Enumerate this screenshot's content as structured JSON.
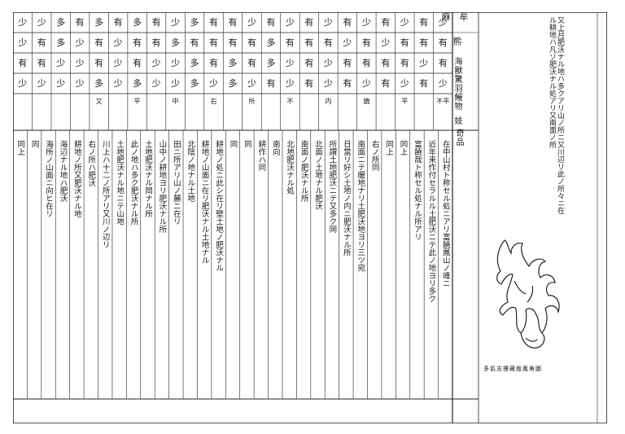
{
  "table": {
    "header_right": {
      "mark": "牟",
      "place": "麻",
      "item1": "熊",
      "item2": "海獸驚羽鰻物",
      "item3": "妓",
      "item4": "奇品"
    },
    "grade_rows": [
      [
        "少",
        "有",
        "少",
        "有",
        "少",
        "有",
        "少",
        "有",
        "少",
        "有",
        "少",
        "有",
        "有",
        "多",
        "少",
        "有",
        "多",
        "有",
        "多",
        "有",
        "多",
        "少",
        "少"
      ],
      [
        "有",
        "有",
        "有",
        "少",
        "有",
        "少",
        "有",
        "有",
        "有",
        "多",
        "有",
        "有",
        "有",
        "有",
        "多",
        "有",
        "有",
        "少",
        "有",
        "少",
        "多",
        "有",
        "少"
      ],
      [
        "有",
        "少",
        "有",
        "有",
        "有",
        "有",
        "少",
        "有",
        "少",
        "多",
        "有",
        "多",
        "有",
        "多",
        "少",
        "少",
        "有",
        "少",
        "有",
        "少",
        "少",
        "有",
        "有"
      ],
      [
        "少",
        "有",
        "少",
        "有",
        "少",
        "有",
        "少",
        "有",
        "少",
        "有",
        "少",
        "多",
        "少",
        "多",
        "少",
        "少",
        "多",
        "少",
        "多",
        "少",
        "少",
        "少",
        "少"
      ]
    ],
    "header_notes": [
      "不平",
      "平",
      "鎮",
      "内",
      "不",
      "所",
      "右",
      "中",
      "平",
      "又"
    ]
  },
  "columns": [
    "在中山村ト称セル処ニアリ富饒鳳山ノ峰ニ",
    "近年来作付セラルル土肥沃ニテ此ノ地ヨリ多ク",
    "富饒哉ト称セル処ナル所アリ",
    "同上",
    "同上",
    "右ノ所同",
    "南面ニテ暖地ナリ土肥沃地ヨリ三ツ宛",
    "日當リ好シ土地ノ内ニ肥沃ナル所",
    "所謂土地肥沃ニテ又多ク岡",
    "北面ノ土地ナル肥沃",
    "南面ノ肥沃ナル所",
    "北地肥沃ナル処",
    "南向",
    "耕作ハ同",
    "同",
    "同",
    "耕地ノ処ニ此シ在リ壁土地ノ肥沃ナル",
    "耕地ノ山面ニ在リ肥沃ナル土地ナル",
    "北陰ノ地ナル土地",
    "田ニ所アリ山ノ麓ニ在リ",
    "山中ノ耕地ヨリ肥沃ナル所",
    "土地肥沃ナル岡ナル所",
    "此ノ地ハ多ク肥沃ナル所",
    "土地肥沃ナル地ニテ山地",
    "川上ハ十二ノ所アリ又川ノ辺リ",
    "右ノ所ハ肥沃",
    "耕地ノ所又肥沃ナル地",
    "海辺ナル地ハ肥沃",
    "海所ノ山面ニ向ヒ在リ",
    "同",
    "同上"
  ],
  "side_notes": "又上月肥沃ナル地ハ多クアリ山ノ所ニ又川辺リ此ノ所々ニ在ル耕地ハ凡ソ肥沃ナル処アリ又南面ノ所",
  "illustration": {
    "caption": "多氣志樓藏版鳳角圖"
  }
}
